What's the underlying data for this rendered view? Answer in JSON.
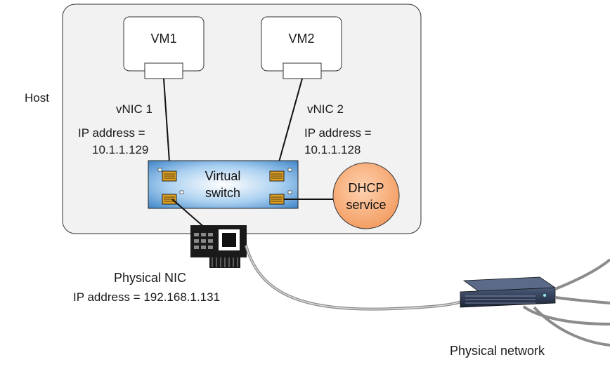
{
  "host": {
    "label": "Host"
  },
  "vms": [
    {
      "label": "VM1"
    },
    {
      "label": "VM2"
    }
  ],
  "vnics": [
    {
      "label": "vNIC 1",
      "ip_prefix": "IP address =",
      "ip": "10.1.1.129"
    },
    {
      "label": "vNIC 2",
      "ip_prefix": "IP address =",
      "ip": "10.1.1.128"
    }
  ],
  "virtual_switch": {
    "line1": "Virtual",
    "line2": "switch"
  },
  "dhcp": {
    "line1": "DHCP",
    "line2": "service"
  },
  "physical_nic": {
    "label": "Physical NIC",
    "ip_text": "IP address = 192.168.1.131"
  },
  "physical_network": {
    "label": "Physical network"
  },
  "colors": {
    "host_fill": "#f2f2f2",
    "switch_fill": "#7fb6e3",
    "dhcp_fill": "#f5a56e",
    "port_fill": "#e0a020",
    "cable": "#9a9a9a"
  }
}
